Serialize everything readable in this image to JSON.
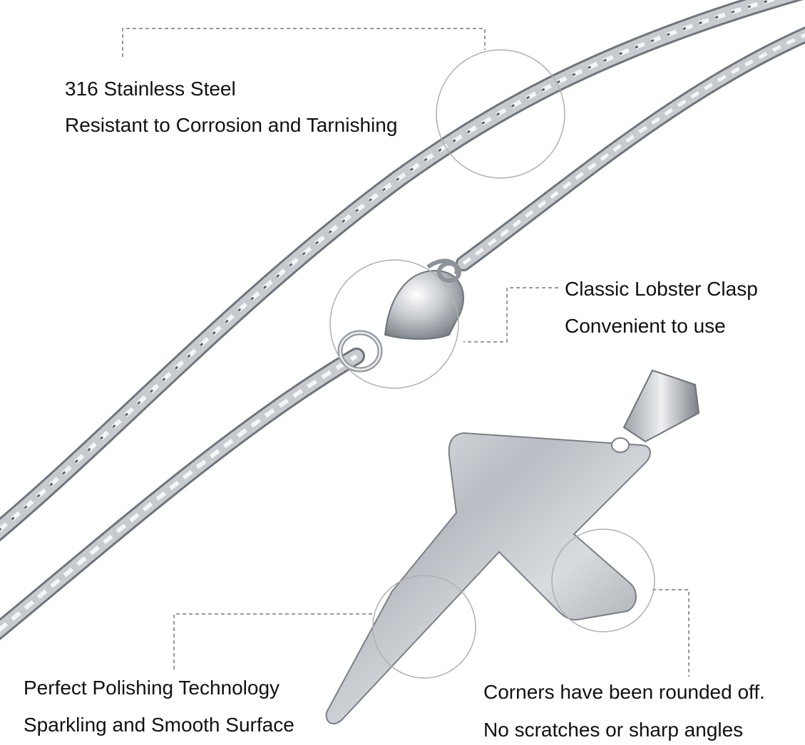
{
  "callouts": {
    "steel": {
      "line1": "316 Stainless Steel",
      "line2": "Resistant to Corrosion and Tarnishing"
    },
    "clasp": {
      "line1": "Classic Lobster Clasp",
      "line2": "Convenient to use"
    },
    "polish": {
      "line1": "Perfect Polishing Technology",
      "line2": "Sparkling and Smooth Surface"
    },
    "corners": {
      "line1": "Corners have been rounded off.",
      "line2": "No scratches or sharp angles"
    }
  },
  "colors": {
    "text": "#111111",
    "leader": "#9a9a9a",
    "metal": "#b8bcc2",
    "metal_dark": "#6f747b",
    "metal_light": "#eef0f3"
  }
}
